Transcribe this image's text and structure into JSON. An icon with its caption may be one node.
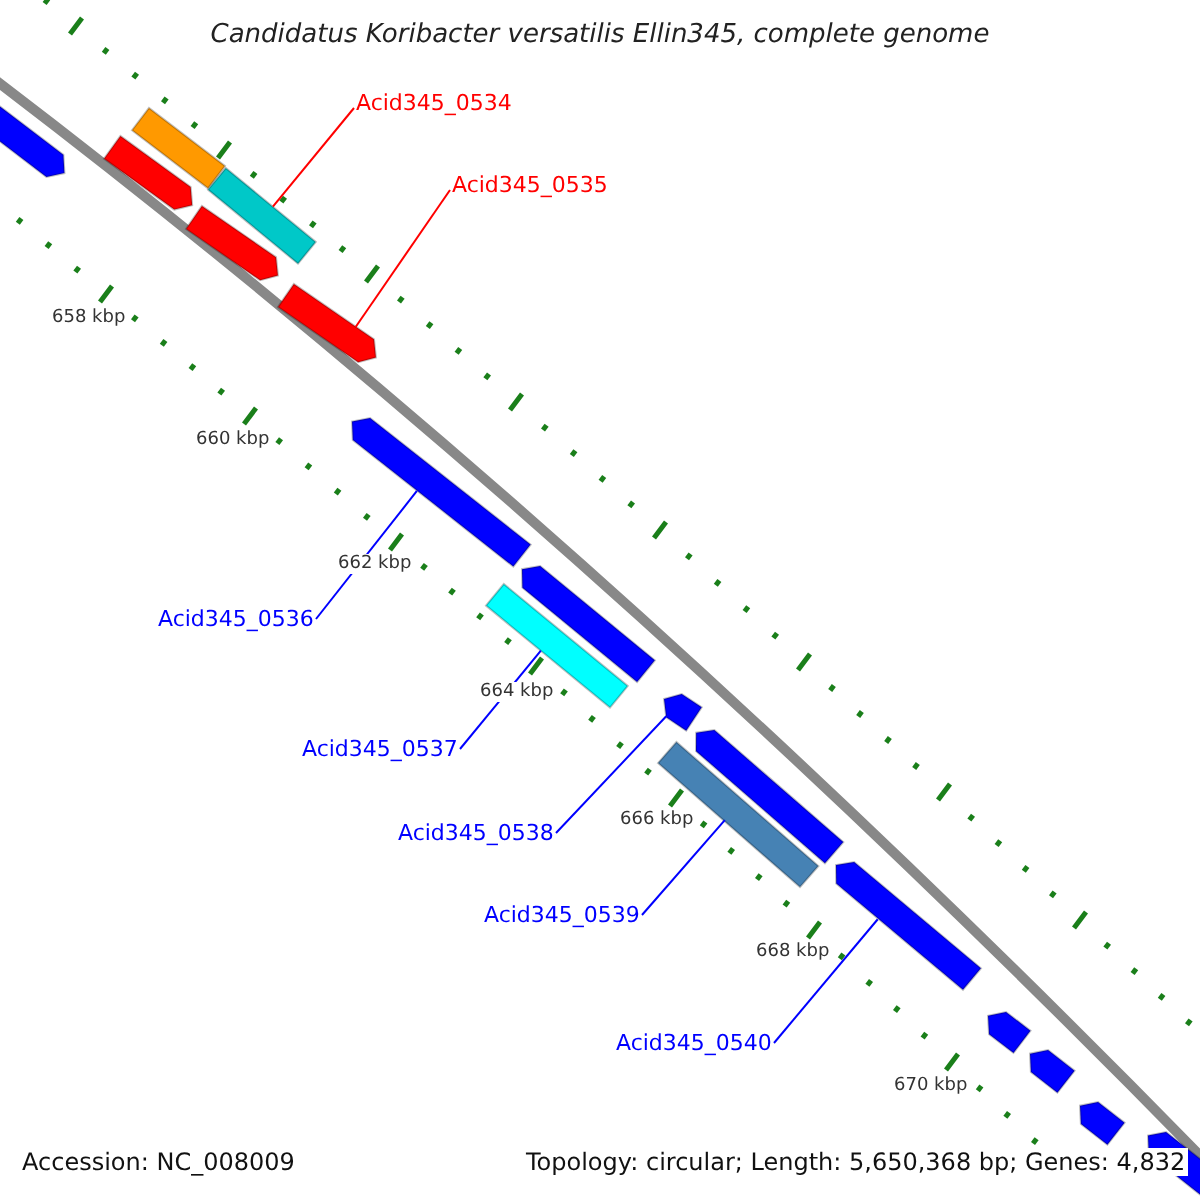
{
  "diagram": {
    "title": "Candidatus Koribacter versatilis Ellin345, complete genome",
    "nodes": [
      {
        "text": [
          "Acid345_0534"
        ]
      },
      {
        "text": [
          "Acid345_0535"
        ]
      },
      {
        "text": [
          "Acid345_0536"
        ]
      },
      {
        "text": [
          "Acid345_0537"
        ]
      },
      {
        "text": [
          "Acid345_0538"
        ]
      },
      {
        "text": [
          "Acid345_0539"
        ]
      },
      {
        "text": [
          "Acid345_0540"
        ]
      },
      {
        "text": [],
        "shape": "bar"
      },
      {
        "text": [],
        "shape": "bar"
      },
      {
        "text": [],
        "shape": "bar"
      },
      {
        "text": [],
        "shape": "bar"
      },
      {
        "text": [],
        "shape": "bar"
      },
      {
        "text": [],
        "shape": "bar"
      },
      {
        "text": [],
        "shape": "bar"
      },
      {
        "text": [],
        "shape": "bar"
      },
      {
        "text": [],
        "shape": "bar"
      },
      {
        "text": [],
        "shape": "bar"
      },
      {
        "text": [],
        "shape": "bar"
      },
      {
        "text": [],
        "shape": "bar"
      },
      {
        "text": [],
        "shape": "bar"
      },
      {
        "text": [],
        "shape": "bar"
      },
      {
        "text": [],
        "shape": "bar"
      },
      {
        "text": [],
        "shape": "bar"
      },
      {
        "text": [],
        "shape": "bar"
      }
    ],
    "edges": [
      {
        "from": 0,
        "to": 9,
        "arrow": "none",
        "color": "#ff0000"
      },
      {
        "from": 1,
        "to": 12,
        "arrow": "none",
        "color": "#ff0000"
      },
      {
        "from": 2,
        "to": 13,
        "arrow": "none"
      },
      {
        "from": 3,
        "to": 15,
        "arrow": "none"
      },
      {
        "from": 4,
        "to": 16,
        "arrow": "none"
      },
      {
        "from": 5,
        "to": 18,
        "arrow": "none"
      },
      {
        "from": 6,
        "to": 19,
        "arrow": "none"
      }
    ],
    "labels": [
      "658 kbp",
      "660 kbp",
      "662 kbp",
      "664 kbp",
      "666 kbp",
      "668 kbp",
      "670 kbp",
      "Accession: NC_008009",
      "Topology: circular; Length: 5,650,368 bp; Genes: 4,832"
    ]
  }
}
